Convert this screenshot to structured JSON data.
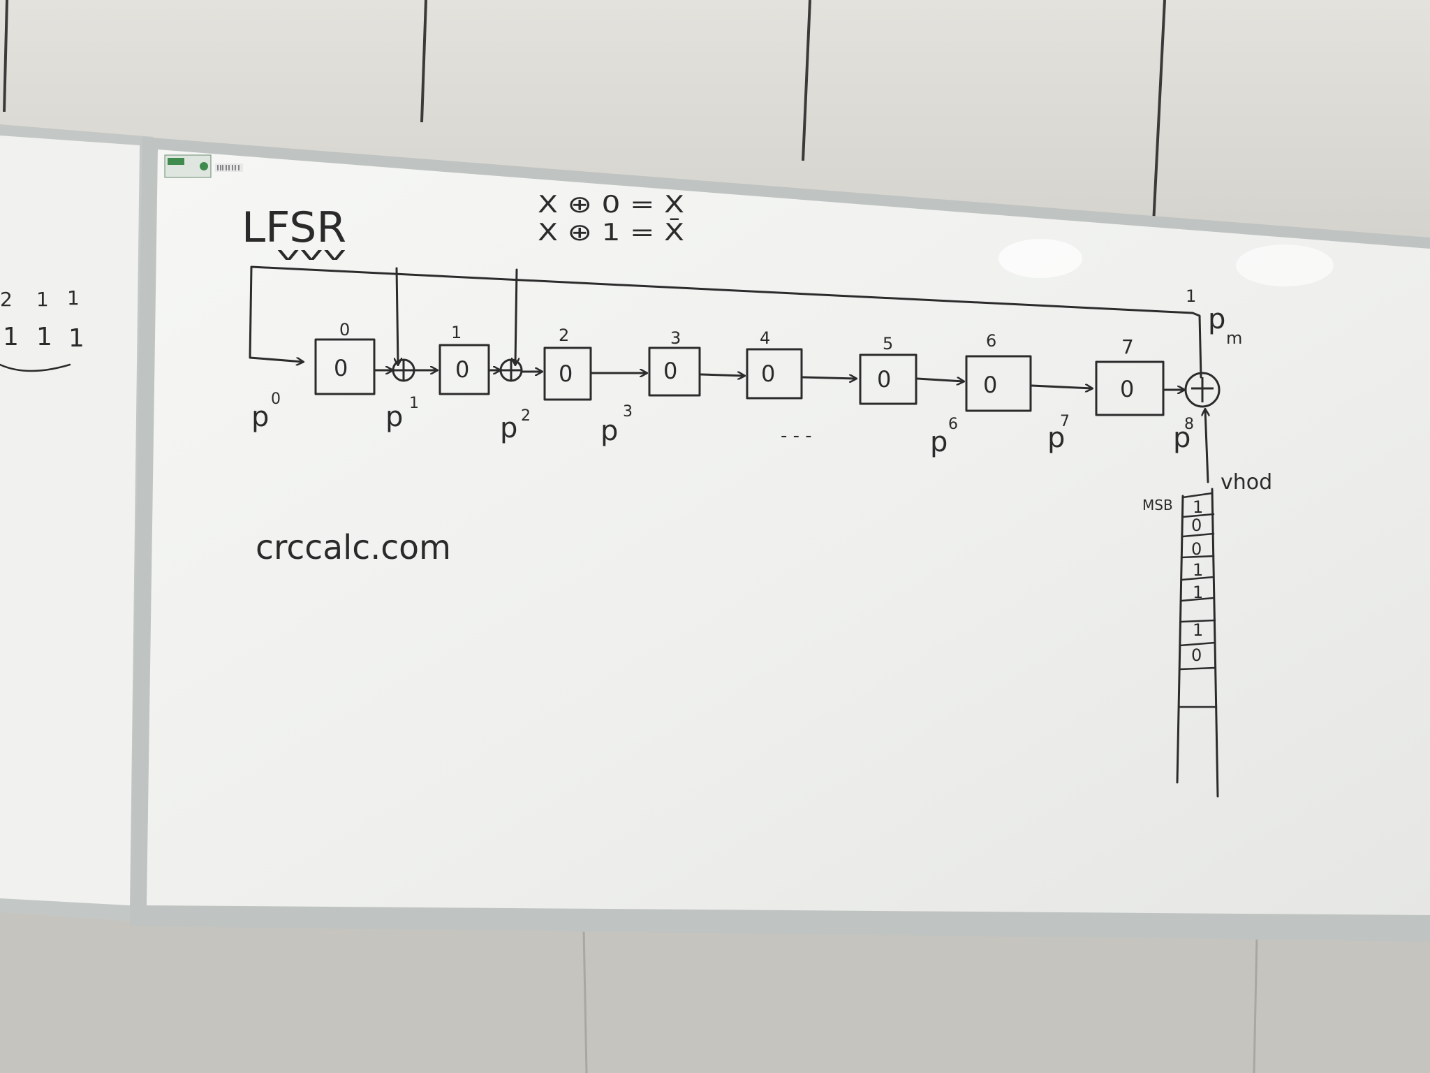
{
  "scene": {
    "description_colors": {
      "wall": "#d9d7d1",
      "board": "#f3f4f2",
      "ink": "#2b2b2b",
      "frame": "#b9bdbb",
      "concrete": "#c4c2bd"
    }
  },
  "title": {
    "heading": "LFSR",
    "underline_marks": "vvv"
  },
  "xor_rules": {
    "line1": "X ⊕ 0 = X",
    "line2": "X ⊕ 1 = X̄"
  },
  "registers": [
    {
      "index": "0",
      "value": "0"
    },
    {
      "index": "1",
      "value": "0"
    },
    {
      "index": "2",
      "value": "0"
    },
    {
      "index": "3",
      "value": "0"
    },
    {
      "index": "4",
      "value": "0"
    },
    {
      "index": "5",
      "value": "0"
    },
    {
      "index": "6",
      "value": "0"
    },
    {
      "index": "7",
      "value": "0"
    }
  ],
  "polynomial_labels": {
    "p0": "p",
    "p0_exp": "0",
    "p1": "p",
    "p1_exp": "1",
    "p2": "p",
    "p2_exp": "2",
    "p3": "p",
    "p3_exp": "3",
    "ellipsis": "- - -",
    "p6": "p",
    "p6_exp": "6",
    "p7": "p",
    "p7_exp": "7",
    "p8": "p",
    "p8_exp": "8"
  },
  "feedback": {
    "top_mark": "1",
    "pm_label": "p",
    "pm_sub": "m"
  },
  "input_column": {
    "msb_label": "MSB",
    "vhod_label": "vhod",
    "bits": [
      "1",
      "0",
      "0",
      "1",
      "1",
      "1",
      "0"
    ]
  },
  "website": "crccalc.com",
  "left_board": {
    "row1": [
      "2",
      "1",
      "1"
    ],
    "row2": [
      "1",
      "1",
      "1"
    ]
  }
}
